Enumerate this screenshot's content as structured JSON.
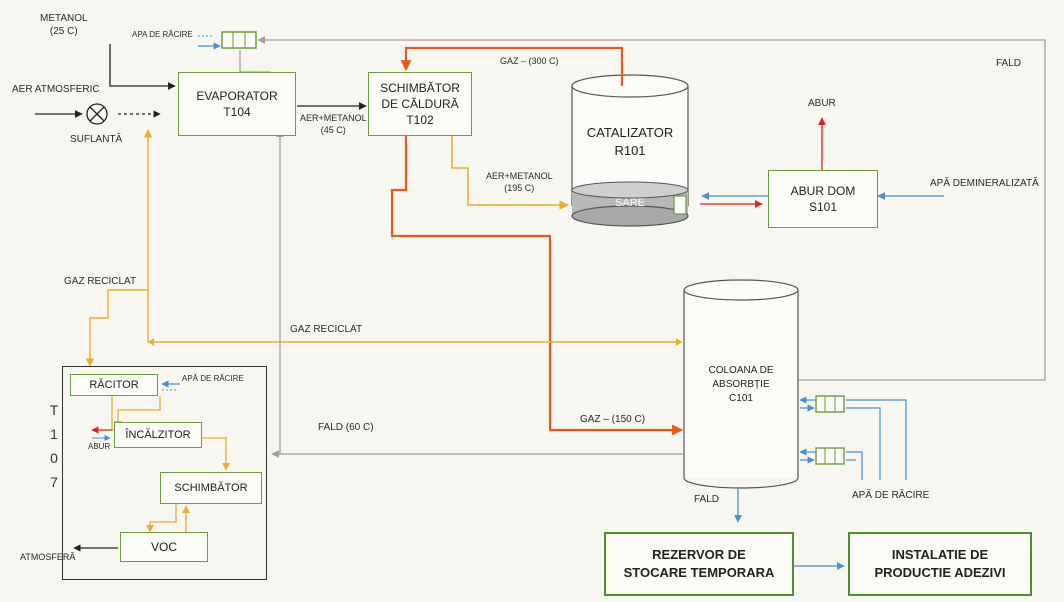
{
  "units": {
    "evaporator": "EVAPORATOR\nT104",
    "heat_exchanger": "SCHIMBĂTOR\nDE CĂLDURĂ\nT102",
    "catalyst": "CATALIZATOR\nR101",
    "salt": "SARE",
    "steam_drum": "ABUR DOM\nS101",
    "absorption_column": "COLOANA DE\nABSORBȚIE\nC101",
    "cooler": "RĂCITOR",
    "heater": "ÎNCĂLZITOR",
    "exchanger": "SCHIMBĂTOR",
    "voc": "VOC",
    "storage_tank": "REZERVOR DE\nSTOCARE TEMPORARA",
    "adhesive_plant": "INSTALATIE DE\nPRODUCTIE ADEZIVI",
    "t107_letters": [
      "T",
      "1",
      "0",
      "7"
    ]
  },
  "labels": {
    "methanol": "METANOL\n(25 C)",
    "air": "AER ATMOSFERIC",
    "blower": "SUFLANTĂ",
    "cooling_water_top": "APA DE RĂCIRE",
    "fald_top": "FALD",
    "gas_300": "GAZ – (300 C)",
    "air_methanol_45": "AER+METANOL\n(45 C)",
    "air_methanol_195": "AER+METANOL\n(195 C)",
    "steam_up": "ABUR",
    "demin_water": "APĂ DEMINERALIZATĂ",
    "recycle_gas_left": "GAZ RECICLAT",
    "recycle_gas_mid": "GAZ RECICLAT",
    "cooling_water_cooler": "APĂ DE RĂCIRE",
    "steam_heater": "ABUR",
    "fald_60": "FALD (60 C)",
    "gas_150": "GAZ   – (150 C)",
    "fald_bottom": "FALD",
    "cooling_water_column": "APĂ DE RĂCIRE",
    "atmosphere": "ATMOSFERĂ"
  },
  "colors": {
    "box_border": "#6f9a3f",
    "hot_gas": "#e85a1a",
    "air_methanol": "#e8b030",
    "water": "#4a90d0",
    "fald": "#a0a0a0",
    "steam": "#e02020"
  }
}
